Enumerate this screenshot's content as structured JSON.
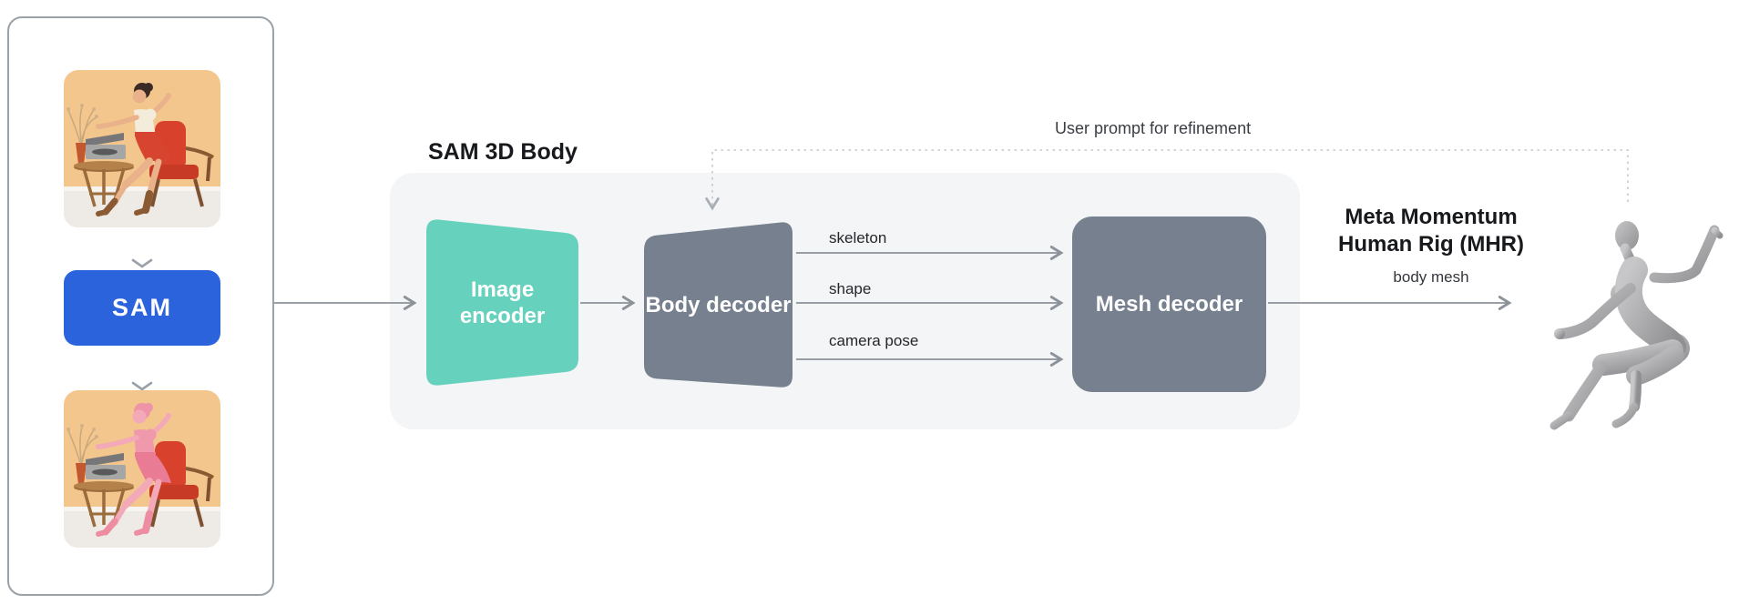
{
  "input": {
    "sam_button_label": "SAM"
  },
  "pipeline": {
    "title": "SAM 3D Body",
    "image_encoder_label": "Image encoder",
    "body_decoder_label": "Body decoder",
    "mesh_decoder_label": "Mesh decoder",
    "outputs": [
      "skeleton",
      "shape",
      "camera pose"
    ],
    "refinement_label": "User prompt for refinement"
  },
  "result": {
    "title_line1": "Meta Momentum",
    "title_line2": "Human Rig (MHR)",
    "subtitle": "body mesh"
  },
  "colors": {
    "accent_blue": "#2b63dd",
    "encoder_teal": "#66d1bd",
    "decoder_slate": "#76808f",
    "panel_gray": "#f3f5f6",
    "panel_border": "#99a1a9",
    "arrow_gray": "#8b9299",
    "dashed_gray": "#c3c6ca",
    "text_dark": "#17191c"
  }
}
